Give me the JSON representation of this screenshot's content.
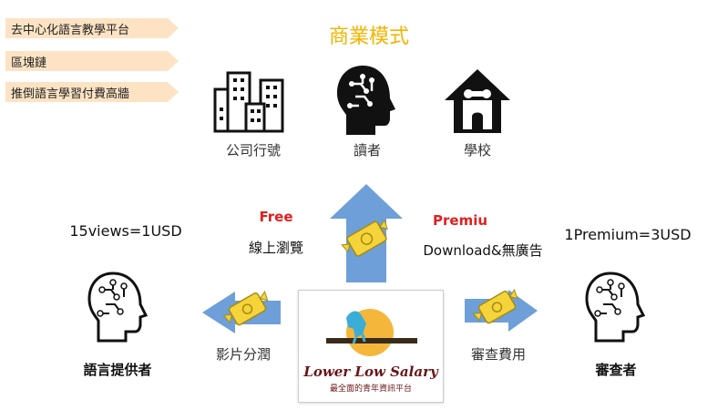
{
  "tags": [
    "去中心化語言教學平台",
    "區塊鏈",
    "推倒語言學習付費高牆"
  ],
  "title": "商業模式",
  "top_entities": {
    "company": "公司行號",
    "reader": "讀者",
    "school": "學校"
  },
  "free": {
    "heading": "Free",
    "text": "線上瀏覽"
  },
  "premium": {
    "heading": "Premiu",
    "text": "Download&無廣告"
  },
  "left_rate": "15views=1USD",
  "right_rate": "1Premium=3USD",
  "left_flow_label": "影片分潤",
  "right_flow_label": "審查費用",
  "provider": "語言提供者",
  "reviewer": "審查者",
  "logo": {
    "name": "Lower Low Salary",
    "subtitle": "最全面的青年資訊平台"
  },
  "colors": {
    "tag_fill": "#fde3c4",
    "title": "#f4b400",
    "arrow": "#6e9fd8",
    "money": "#f5d33a",
    "accent_red": "#e02020"
  }
}
